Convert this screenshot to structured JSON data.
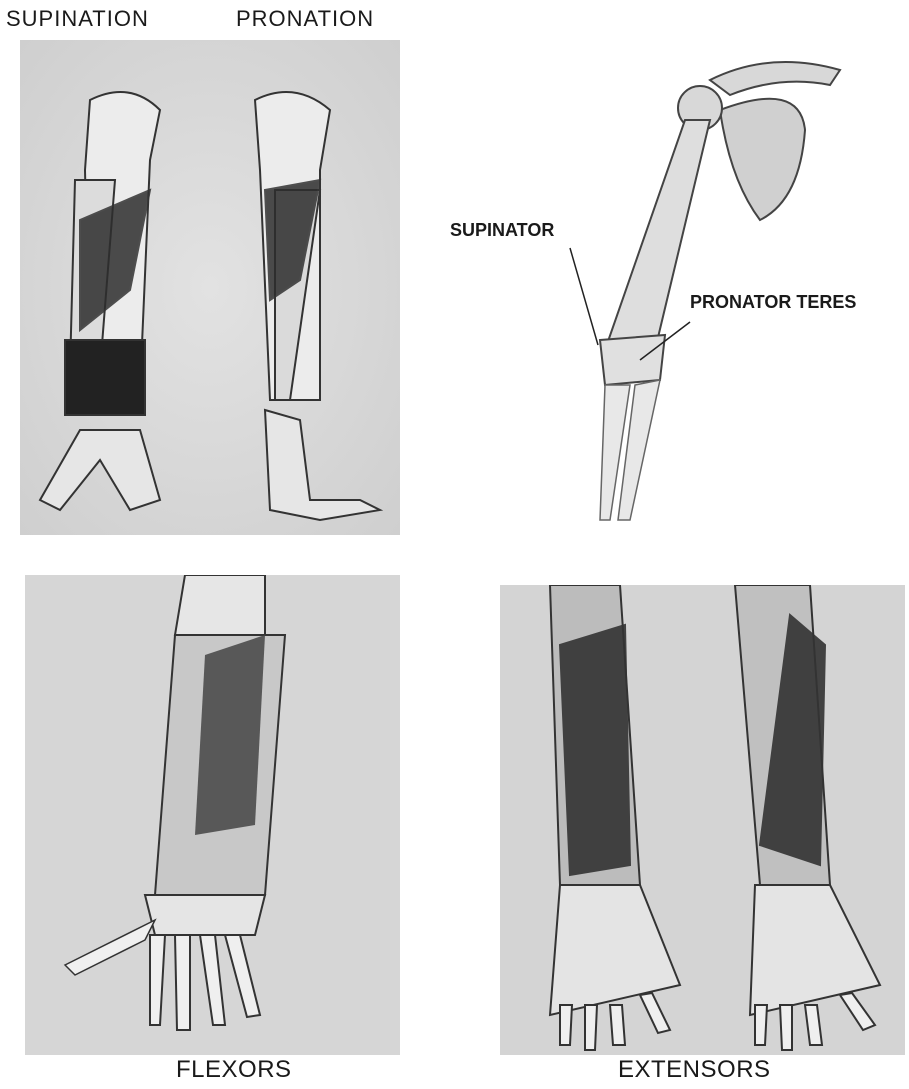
{
  "labels": {
    "supination": "SUPINATION",
    "pronation": "PRONATION",
    "supinator": "SUPINATOR",
    "pronator_teres": "PRONATOR TERES",
    "flexors": "FLEXORS",
    "extensors": "EXTENSORS"
  },
  "colors": {
    "paper": "#d9d9d9",
    "bone": "#efefef",
    "muscle": "#3a3a3a",
    "line": "#222222"
  }
}
